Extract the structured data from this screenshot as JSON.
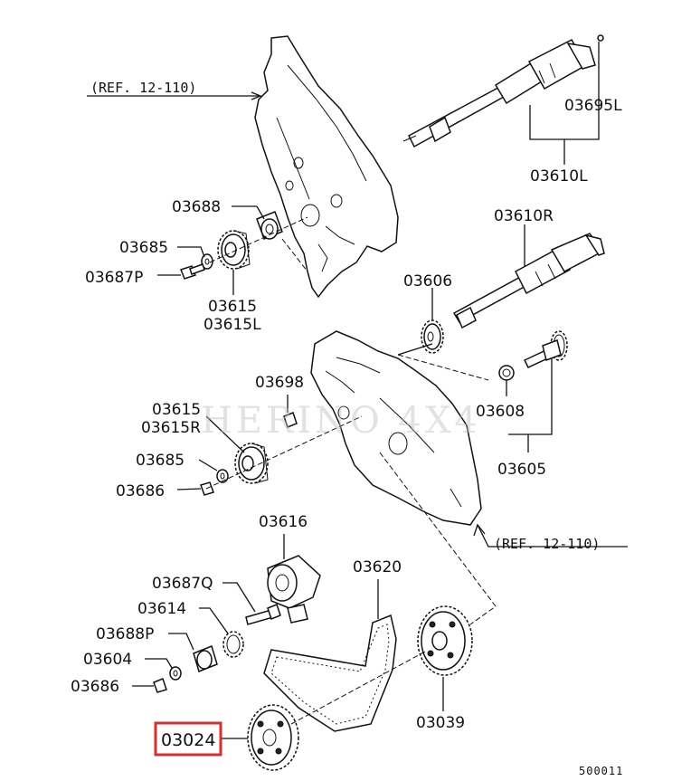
{
  "labels": {
    "ref_top": "(REF. 12-110)",
    "ref_bottom": "(REF. 12-110)",
    "p03695L": "03695L",
    "p03610L": "03610L",
    "p03610R": "03610R",
    "p03688_top": "03688",
    "p03685_top": "03685",
    "p03687P": "03687P",
    "p03615_top": "03615",
    "p03615L": "03615L",
    "p03606": "03606",
    "p03698": "03698",
    "p03615_mid": "03615",
    "p03615R": "03615R",
    "p03608": "03608",
    "p03685_mid": "03685",
    "p03686_mid": "03686",
    "p03605": "03605",
    "p03616": "03616",
    "p03620": "03620",
    "p03687Q": "03687Q",
    "p03614": "03614",
    "p03688P": "03688P",
    "p03604": "03604",
    "p03686_bot": "03686",
    "p03039": "03039",
    "p03024": "03024",
    "diagram_code": "500011"
  },
  "watermark": "HERINO 4X4",
  "colors": {
    "line": "#111111",
    "highlight_box": "#d32f2f",
    "watermark": "#bfbfbf"
  }
}
